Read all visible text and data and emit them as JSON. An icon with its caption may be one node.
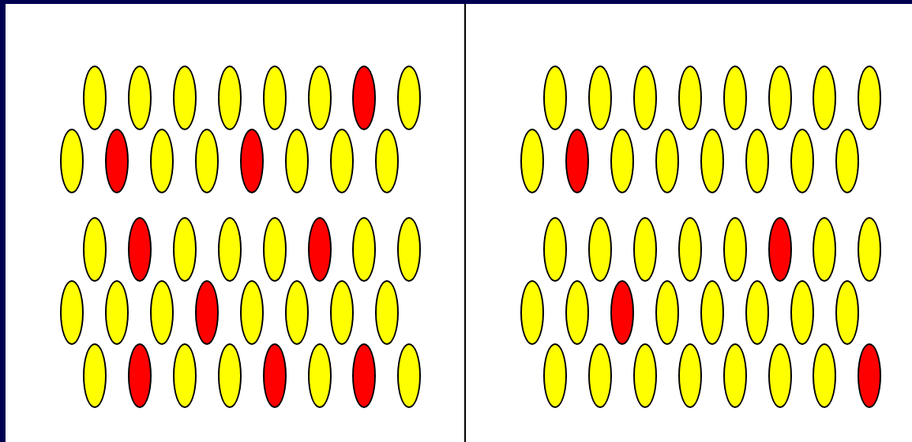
{
  "diagram": {
    "nodes": [
      {
        "text": [],
        "shape": "box"
      },
      {
        "text": [],
        "shape": "ellipse",
        "in": 0
      },
      {
        "text": [],
        "shape": "ellipse",
        "in": 0
      },
      {
        "text": [],
        "shape": "ellipse",
        "in": 0
      },
      {
        "text": [],
        "shape": "ellipse",
        "in": 0
      },
      {
        "text": [],
        "shape": "ellipse",
        "in": 0
      },
      {
        "text": [],
        "shape": "ellipse",
        "in": 0
      },
      {
        "text": [],
        "shape": "ellipse",
        "in": 0
      },
      {
        "text": [],
        "shape": "ellipse",
        "in": 0
      },
      {
        "text": [],
        "shape": "ellipse",
        "in": 0
      },
      {
        "text": [],
        "shape": "ellipse",
        "in": 0
      },
      {
        "text": [],
        "shape": "ellipse",
        "in": 0
      },
      {
        "text": [],
        "shape": "ellipse",
        "in": 0
      },
      {
        "text": [],
        "shape": "ellipse",
        "in": 0
      },
      {
        "text": [],
        "shape": "ellipse",
        "in": 0
      },
      {
        "text": [],
        "shape": "ellipse",
        "in": 0
      },
      {
        "text": [],
        "shape": "ellipse",
        "in": 0
      },
      {
        "text": [],
        "shape": "ellipse",
        "in": 0
      },
      {
        "text": [],
        "shape": "ellipse",
        "in": 0
      },
      {
        "text": [],
        "shape": "ellipse",
        "in": 0
      },
      {
        "text": [],
        "shape": "ellipse",
        "in": 0
      },
      {
        "text": [],
        "shape": "ellipse",
        "in": 0
      },
      {
        "text": [],
        "shape": "ellipse",
        "in": 0
      },
      {
        "text": [],
        "shape": "ellipse",
        "in": 0
      },
      {
        "text": [],
        "shape": "ellipse",
        "in": 0
      },
      {
        "text": [],
        "shape": "ellipse",
        "in": 0
      },
      {
        "text": [],
        "shape": "ellipse",
        "in": 0
      },
      {
        "text": [],
        "shape": "ellipse",
        "in": 0
      },
      {
        "text": [],
        "shape": "ellipse",
        "in": 0
      },
      {
        "text": [],
        "shape": "ellipse",
        "in": 0
      },
      {
        "text": [],
        "shape": "ellipse",
        "in": 0
      },
      {
        "text": [],
        "shape": "ellipse",
        "in": 0
      },
      {
        "text": [],
        "shape": "ellipse",
        "in": 0
      },
      {
        "text": [],
        "shape": "ellipse",
        "in": 0
      },
      {
        "text": [],
        "shape": "ellipse",
        "in": 0
      },
      {
        "text": [],
        "shape": "ellipse",
        "in": 0
      },
      {
        "text": [],
        "shape": "ellipse",
        "in": 0
      },
      {
        "text": [],
        "shape": "ellipse",
        "in": 0
      },
      {
        "text": [],
        "shape": "ellipse",
        "in": 0
      },
      {
        "text": [],
        "shape": "ellipse",
        "in": 0
      },
      {
        "text": [],
        "shape": "ellipse",
        "in": 0
      },
      {
        "text": [],
        "shape": "box"
      },
      {
        "text": [],
        "shape": "ellipse",
        "in": 41
      },
      {
        "text": [],
        "shape": "ellipse",
        "in": 41
      },
      {
        "text": [],
        "shape": "ellipse",
        "in": 41
      },
      {
        "text": [],
        "shape": "ellipse",
        "in": 41
      },
      {
        "text": [],
        "shape": "ellipse",
        "in": 41
      },
      {
        "text": [],
        "shape": "ellipse",
        "in": 41
      },
      {
        "text": [],
        "shape": "ellipse",
        "in": 41
      },
      {
        "text": [],
        "shape": "ellipse",
        "in": 41
      },
      {
        "text": [],
        "shape": "ellipse",
        "in": 41
      },
      {
        "text": [],
        "shape": "ellipse",
        "in": 41
      },
      {
        "text": [],
        "shape": "ellipse",
        "in": 41
      },
      {
        "text": [],
        "shape": "ellipse",
        "in": 41
      },
      {
        "text": [],
        "shape": "ellipse",
        "in": 41
      },
      {
        "text": [],
        "shape": "ellipse",
        "in": 41
      },
      {
        "text": [],
        "shape": "ellipse",
        "in": 41
      },
      {
        "text": [],
        "shape": "ellipse",
        "in": 41
      },
      {
        "text": [],
        "shape": "ellipse",
        "in": 41
      },
      {
        "text": [],
        "shape": "ellipse",
        "in": 41
      },
      {
        "text": [],
        "shape": "ellipse",
        "in": 41
      },
      {
        "text": [],
        "shape": "ellipse",
        "in": 41
      },
      {
        "text": [],
        "shape": "ellipse",
        "in": 41
      },
      {
        "text": [],
        "shape": "ellipse",
        "in": 41
      },
      {
        "text": [],
        "shape": "ellipse",
        "in": 41
      },
      {
        "text": [],
        "shape": "ellipse",
        "in": 41
      },
      {
        "text": [],
        "shape": "ellipse",
        "in": 41
      },
      {
        "text": [],
        "shape": "ellipse",
        "in": 41
      },
      {
        "text": [],
        "shape": "ellipse",
        "in": 41
      },
      {
        "text": [],
        "shape": "ellipse",
        "in": 41
      },
      {
        "text": [],
        "shape": "ellipse",
        "in": 41
      },
      {
        "text": [],
        "shape": "ellipse",
        "in": 41
      },
      {
        "text": [],
        "shape": "ellipse",
        "in": 41
      },
      {
        "text": [],
        "shape": "ellipse",
        "in": 41
      },
      {
        "text": [],
        "shape": "ellipse",
        "in": 41
      },
      {
        "text": [],
        "shape": "ellipse",
        "in": 41
      },
      {
        "text": [],
        "shape": "ellipse",
        "in": 41
      },
      {
        "text": [],
        "shape": "ellipse",
        "in": 41
      },
      {
        "text": [],
        "shape": "ellipse",
        "in": 41
      },
      {
        "text": [],
        "shape": "ellipse",
        "in": 41
      },
      {
        "text": [],
        "shape": "ellipse",
        "in": 41
      },
      {
        "text": [],
        "shape": "ellipse",
        "in": 41
      }
    ]
  }
}
